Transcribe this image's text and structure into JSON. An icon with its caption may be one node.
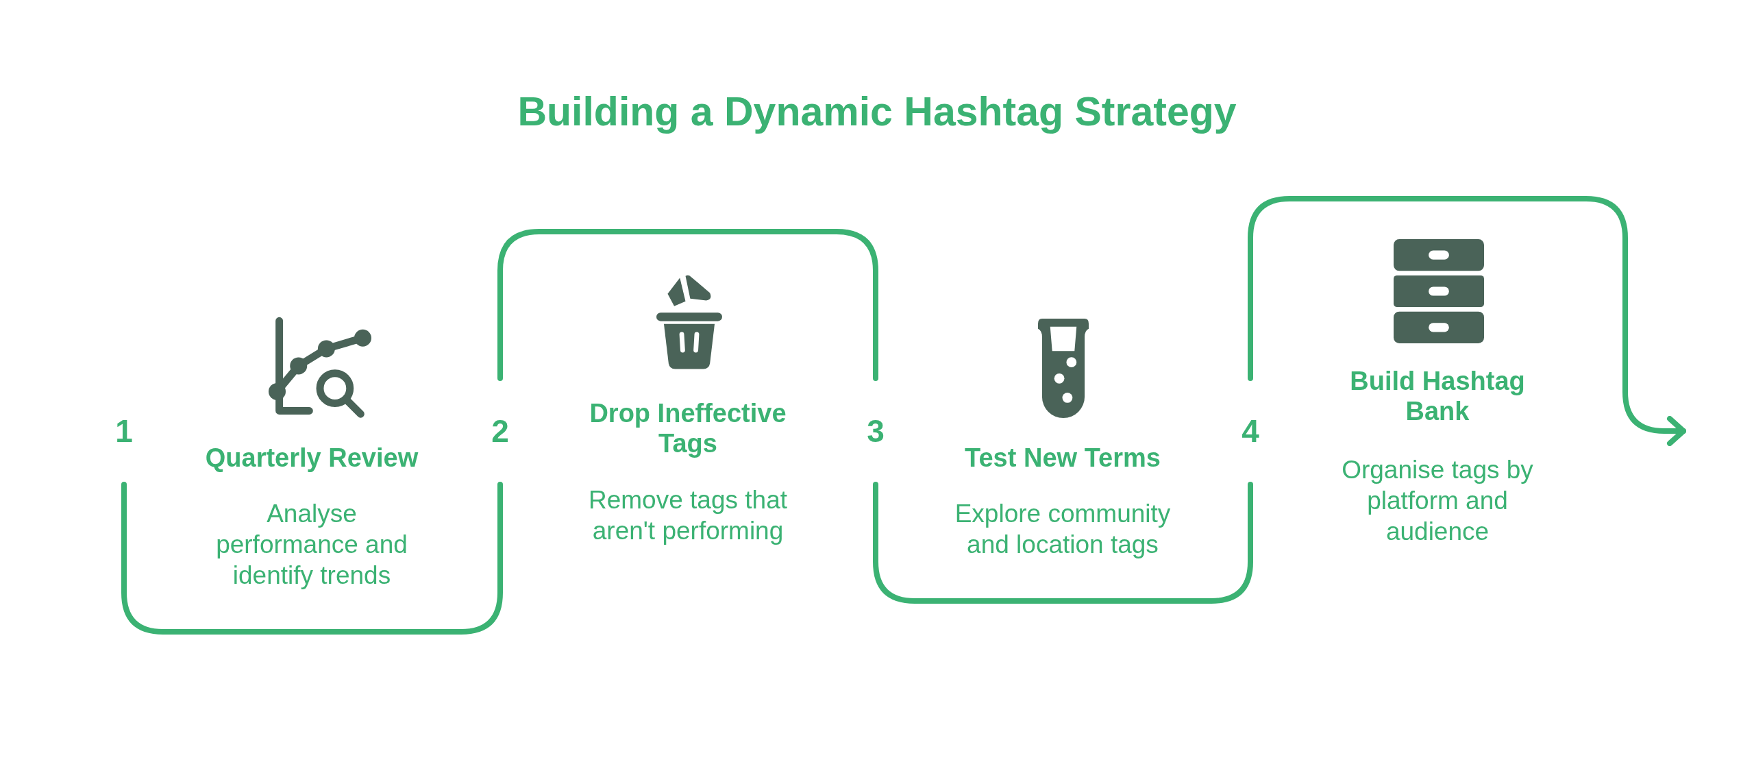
{
  "diagram": {
    "title": "Building a Dynamic Hashtag Strategy",
    "nodes": [
      {
        "text": [
          "1",
          "Quarterly Review",
          "Analyse performance and identify trends"
        ]
      },
      {
        "text": [
          "2",
          "Drop Ineffective Tags",
          "Remove tags that aren't performing"
        ]
      },
      {
        "text": [
          "3",
          "Test New Terms",
          "Explore community and location tags"
        ]
      },
      {
        "text": [
          "4",
          "Build Hashtag Bank",
          "Organise tags by platform and audience"
        ]
      }
    ],
    "edges": [
      {
        "from": 0,
        "to": 1,
        "arrow": "none"
      },
      {
        "from": 1,
        "to": 2,
        "arrow": "none"
      },
      {
        "from": 2,
        "to": 3,
        "arrow": "none"
      },
      {
        "from": 3,
        "to": null,
        "arrow": "to"
      }
    ]
  }
}
